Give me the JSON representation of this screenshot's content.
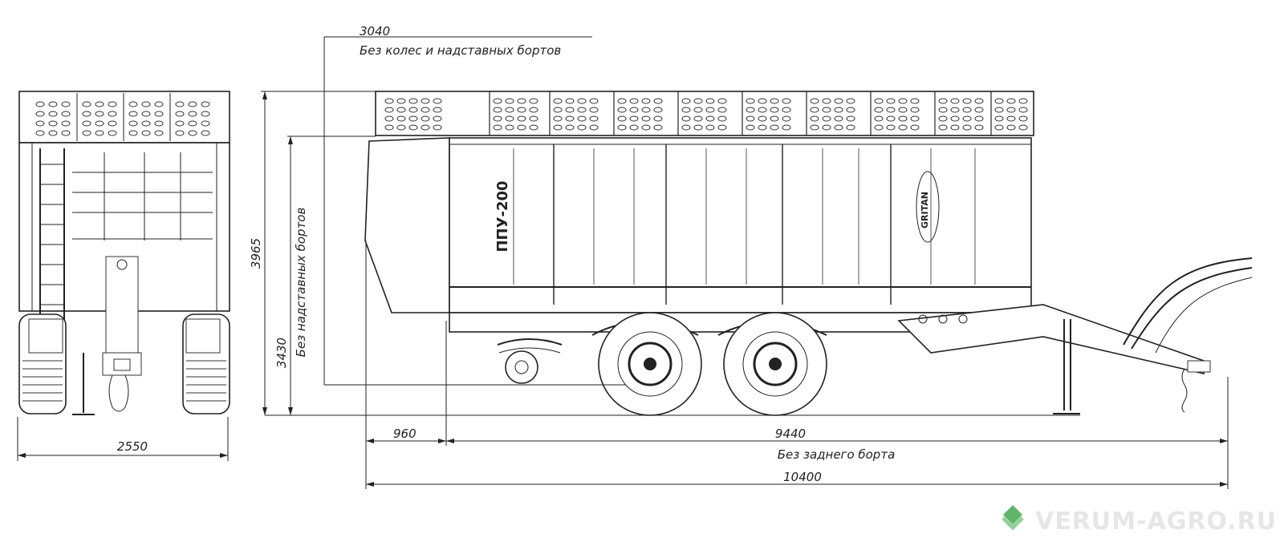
{
  "dimensions": {
    "width_no_wheels": {
      "value": "3040",
      "note": "Без колес и надставных бортов"
    },
    "height_total": {
      "value": "3965"
    },
    "height_no_boards": {
      "value": "3430",
      "note": "Без надставных бортов"
    },
    "overhang": {
      "value": "960"
    },
    "length_no_rear_board": {
      "value": "9440",
      "note": "Без заднего борта"
    },
    "length_total": {
      "value": "10400"
    },
    "track_width": {
      "value": "2550"
    }
  },
  "model_label": "ППУ-200",
  "brand_label": "GRITAN",
  "watermark": "VERUM-AGRO.RU",
  "colors": {
    "line": "#222222",
    "watermark": "#e6e6e6",
    "logo_green": "#3a9a4a"
  }
}
